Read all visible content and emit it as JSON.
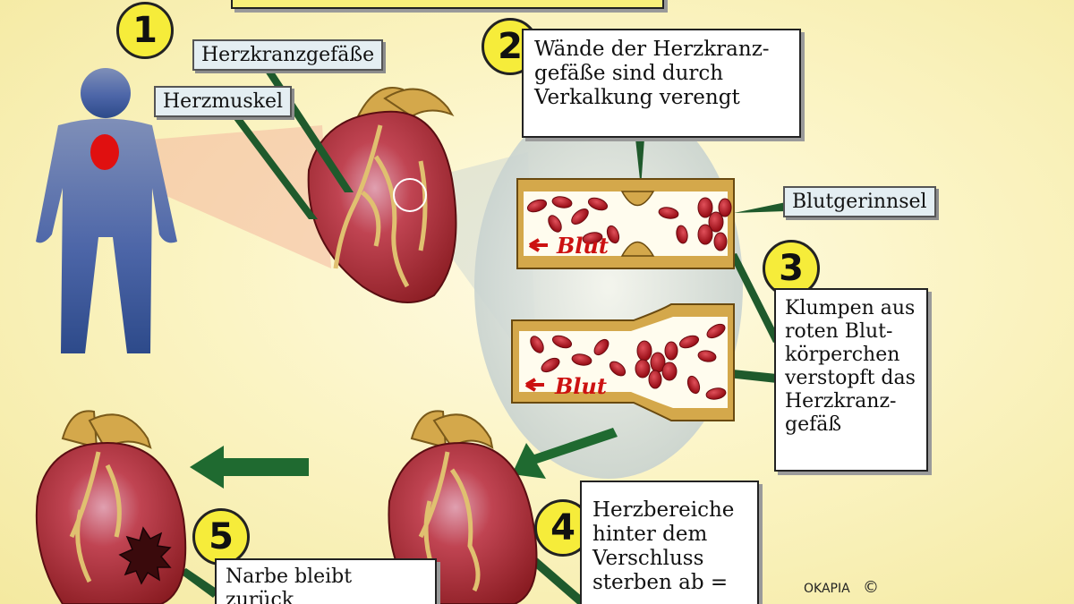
{
  "labels": {
    "herzkranzgefaesse": "Herzkranzgefäße",
    "herzmuskel": "Herzmuskel",
    "blutgerinnsel": "Blutgerinnsel",
    "blut": "Blut"
  },
  "steps": [
    {
      "number": "1",
      "text": ""
    },
    {
      "number": "2",
      "text": "Wände der Herzkranz-\ngefäße sind durch\nVerkalkung verengt"
    },
    {
      "number": "3",
      "text": "Klumpen aus\nroten Blut-\nkörperchen\nverstopft das\nHerzkranz-\ngefäß"
    },
    {
      "number": "4",
      "text": "Herzbereiche\nhinter dem\nVerschluss\nsterben ab ="
    },
    {
      "number": "5",
      "text": "Narbe bleibt zurück\nund verschlechtert"
    }
  ],
  "credit": {
    "agency": "OKAPIA",
    "copyright": "©"
  },
  "colors": {
    "background": "#fbf4c4",
    "heart_red": "#b0282c",
    "vessel_gold": "#d4a84b",
    "pointer_green": "#1f5a2c",
    "badge_yellow": "#f6ec3a",
    "person_blue": "#3a5a98"
  }
}
